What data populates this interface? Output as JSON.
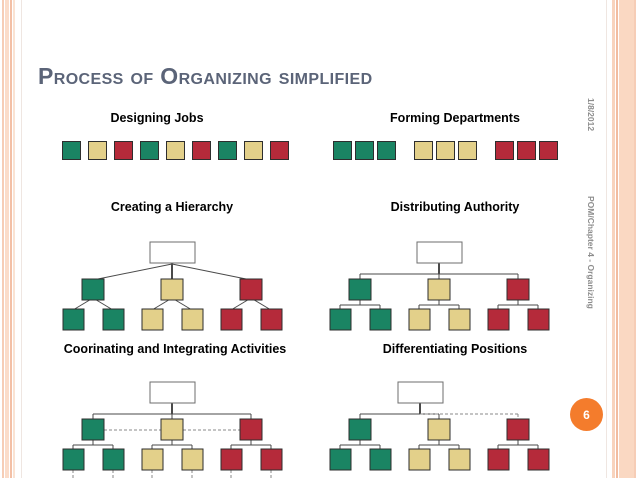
{
  "slide": {
    "title": "Process of Organizing simplified",
    "page_number": "6",
    "date_label": "1/8/2012",
    "course_label": "POM/Chapter 4 - Organizing",
    "accent_color": "#f47c2c",
    "title_color": "#5b6478",
    "border_color": "#f8d3bd"
  },
  "palette": {
    "green": "#1a8463",
    "yellow": "#e3d08a",
    "red": "#b52a3a",
    "white": "#ffffff",
    "outline": "#2e2e2e"
  },
  "panels": {
    "designing_jobs": {
      "heading": "Designing Jobs",
      "type": "chip-row",
      "chips": [
        "green",
        "yellow",
        "red",
        "green",
        "yellow",
        "red",
        "green",
        "yellow",
        "red"
      ]
    },
    "forming_departments": {
      "heading": "Forming Departments",
      "type": "chip-row-grouped",
      "groups": [
        {
          "color": "green",
          "count": 3
        },
        {
          "color": "yellow",
          "count": 3
        },
        {
          "color": "red",
          "count": 3
        }
      ]
    },
    "creating_hierarchy": {
      "heading": "Creating a Hierarchy",
      "type": "tree",
      "connector_style": "diagonal",
      "root": "white",
      "branches": [
        {
          "color": "green",
          "leaves": 2
        },
        {
          "color": "yellow",
          "leaves": 2
        },
        {
          "color": "red",
          "leaves": 2
        }
      ]
    },
    "distributing_authority": {
      "heading": "Distributing Authority",
      "type": "tree",
      "connector_style": "orthogonal",
      "root": "white",
      "branches": [
        {
          "color": "green",
          "leaves": 2
        },
        {
          "color": "yellow",
          "leaves": 2
        },
        {
          "color": "red",
          "leaves": 2
        }
      ]
    },
    "coordinating_activities": {
      "heading": "Coorinating and Integrating Activities",
      "type": "tree",
      "connector_style": "orthogonal",
      "root": "white",
      "extra_links": "dashed lateral coordination lines across middle and leaf rows",
      "branches": [
        {
          "color": "green",
          "leaves": 2
        },
        {
          "color": "yellow",
          "leaves": 2
        },
        {
          "color": "red",
          "leaves": 2
        }
      ]
    },
    "differentiating_positions": {
      "heading": "Differentiating Positions",
      "type": "tree",
      "connector_style": "orthogonal",
      "root": "white",
      "extra_links": "dashed staff link from root to right branch",
      "branches": [
        {
          "color": "green",
          "leaves": 2
        },
        {
          "color": "yellow",
          "leaves": 2
        },
        {
          "color": "red",
          "leaves": 2
        }
      ]
    }
  }
}
